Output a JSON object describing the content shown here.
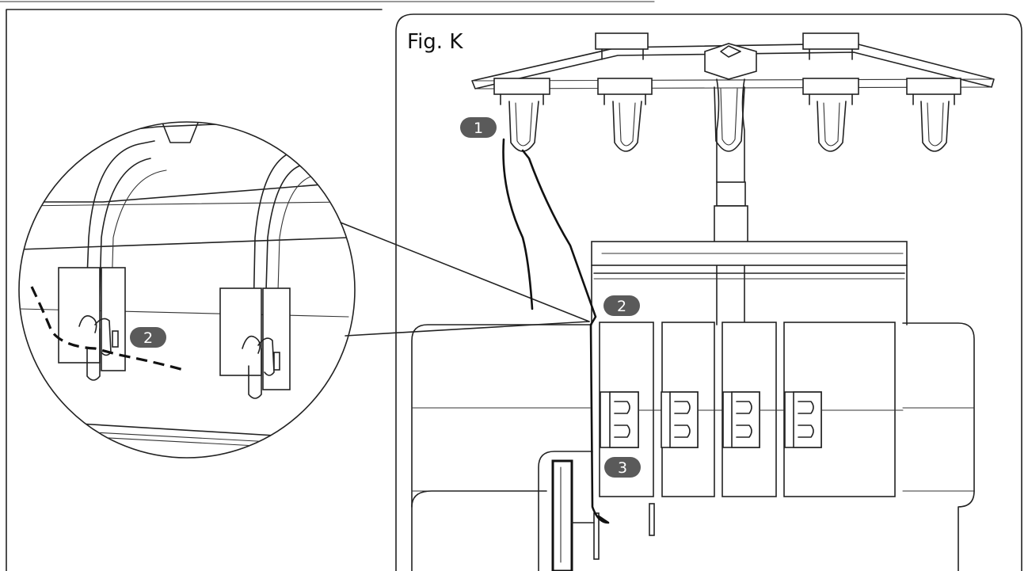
{
  "figure": {
    "label": "Fig. K",
    "callouts": [
      {
        "id": "1",
        "text": "1"
      },
      {
        "id": "2",
        "text": "2"
      },
      {
        "id": "2b",
        "text": "2"
      },
      {
        "id": "3",
        "text": "3"
      }
    ]
  },
  "colors": {
    "line": "#222222",
    "badge": "#5a5a5a",
    "background": "#ffffff"
  }
}
